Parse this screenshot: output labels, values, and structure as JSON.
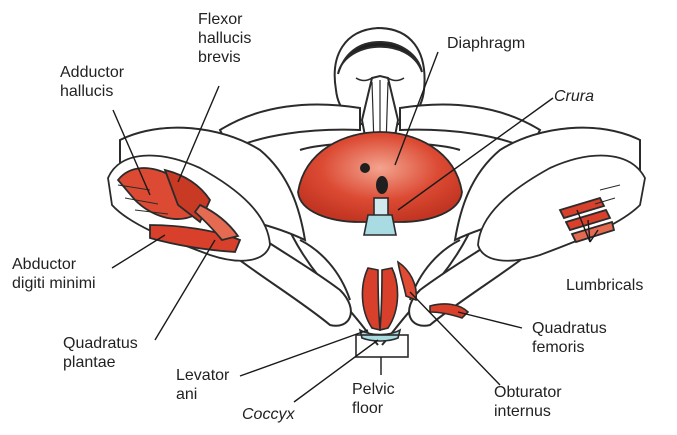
{
  "colors": {
    "muscle": "#d8402c",
    "muscle_light": "#ec8a73",
    "outline": "#2b2b2b",
    "cartilage": "#a9dbe3",
    "text": "#222222",
    "background": "#ffffff"
  },
  "labels": {
    "flexor_hallucis_brevis": [
      "Flexor",
      "hallucis",
      "brevis"
    ],
    "adductor_hallucis": [
      "Adductor",
      "hallucis"
    ],
    "diaphragm": [
      "Diaphragm"
    ],
    "crura": [
      "Crura"
    ],
    "abductor_digiti_minimi": [
      "Abductor",
      "digiti minimi"
    ],
    "lumbricals": [
      "Lumbricals"
    ],
    "quadratus_plantae": [
      "Quadratus",
      "plantae"
    ],
    "quadratus_femoris": [
      "Quadratus",
      "femoris"
    ],
    "levator_ani": [
      "Levator",
      "ani"
    ],
    "coccyx": [
      "Coccyx"
    ],
    "pelvic_floor": [
      "Pelvic",
      "floor"
    ],
    "obturator_internus": [
      "Obturator",
      "internus"
    ]
  },
  "italic_labels": [
    "crura",
    "coccyx"
  ]
}
